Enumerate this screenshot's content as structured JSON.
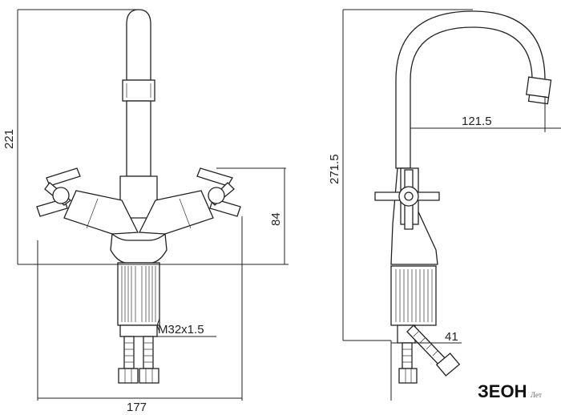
{
  "dimensions": {
    "front_height": "221",
    "front_base_height": "84",
    "front_thread": "M32x1.5",
    "front_width": "177",
    "side_height": "271.5",
    "side_reach": "121.5",
    "side_hose_offset": "41"
  },
  "logo": {
    "main": "ЗЕОН",
    "tail": "Лет"
  }
}
